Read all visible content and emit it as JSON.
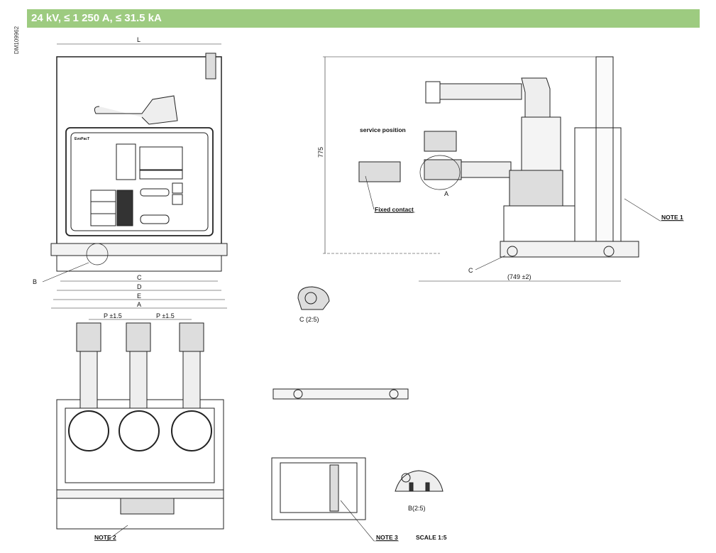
{
  "header": {
    "title": "24 kV, ≤ 1 250 A, ≤ 31.5 kA",
    "color": "#9dcb80"
  },
  "doc_id": "DM109962",
  "front_view": {
    "brand": "EvoPacT",
    "dimensions": {
      "L": "L",
      "C": "C",
      "D": "D",
      "E": "E",
      "A": "A"
    },
    "detail_callout": "B"
  },
  "side_view": {
    "height_dim": "775",
    "service_position": "service position",
    "fixed_contact": "Fixed contact",
    "callout_a": "A",
    "note_1": "NOTE 1",
    "callout_c": "C",
    "depth_dim": "(749 ±2)"
  },
  "detail_c": {
    "label": "C (2:5)"
  },
  "top_view": {
    "pitch_1": "P ±1.5",
    "pitch_2": "P ±1.5",
    "note_2": "NOTE 2"
  },
  "plan_view": {
    "note_3": "NOTE 3",
    "scale": "SCALE 1:5"
  },
  "detail_b": {
    "label": "B(2:5)"
  }
}
